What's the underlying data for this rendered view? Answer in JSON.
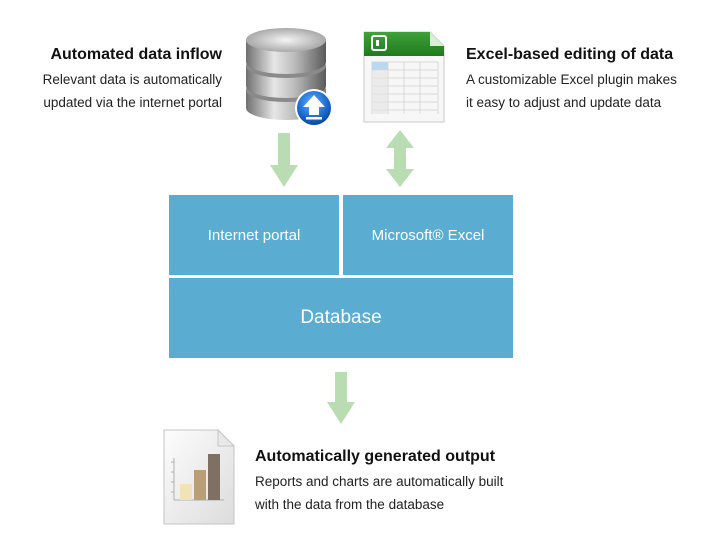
{
  "colors": {
    "box_fill": "#5aadd0",
    "arrow_fill": "#b9dcb2",
    "box_text": "#ffffff"
  },
  "inflow": {
    "title": "Automated data inflow",
    "line1": "Relevant data is automatically",
    "line2": "updated via the internet portal",
    "icon": "database-upload-icon"
  },
  "excel": {
    "title": "Excel-based editing of data",
    "line1": "A customizable Excel plugin makes",
    "line2": "it easy to adjust and update data",
    "icon": "excel-spreadsheet-icon"
  },
  "boxes": {
    "internet_portal": "Internet portal",
    "excel": "Microsoft® Excel",
    "database": "Database"
  },
  "output": {
    "title": "Automatically generated output",
    "line1": "Reports and charts are automatically built",
    "line2": "with the data from the database",
    "icon": "bar-chart-document-icon"
  }
}
